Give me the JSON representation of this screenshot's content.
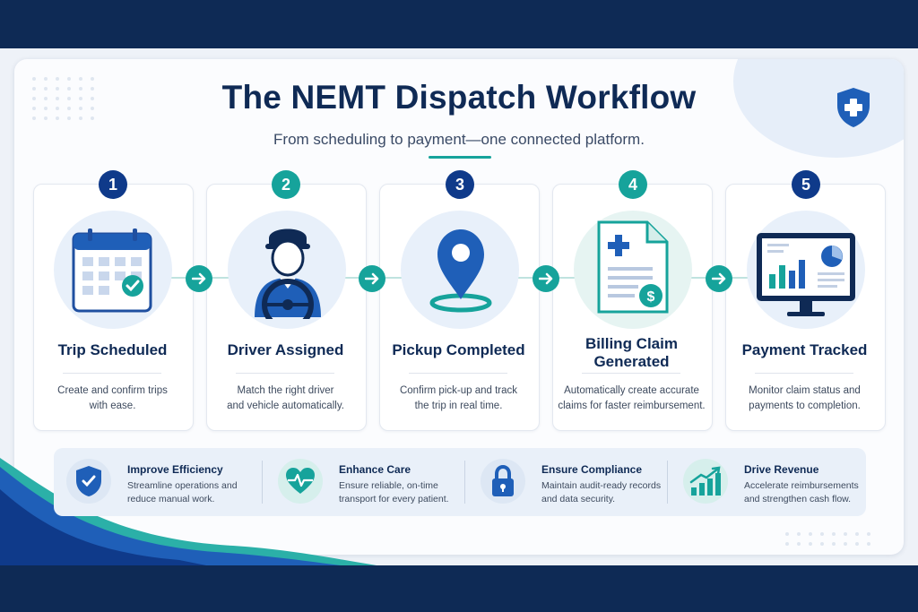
{
  "title": "The NEMT Dispatch Workflow",
  "subtitle": "From scheduling to payment—one connected platform.",
  "colors": {
    "navy": "#0f2a55",
    "blue": "#0f3a8a",
    "teal": "#16a39b",
    "band": "#0e2a55"
  },
  "steps": [
    {
      "number": "1",
      "icon": "calendar-icon",
      "title": "Trip Scheduled",
      "desc_line1": "Create and confirm trips",
      "desc_line2": "with ease."
    },
    {
      "number": "2",
      "icon": "driver-icon",
      "title": "Driver Assigned",
      "desc_line1": "Match the right driver",
      "desc_line2": "and vehicle automatically."
    },
    {
      "number": "3",
      "icon": "location-pin-icon",
      "title": "Pickup Completed",
      "desc_line1": "Confirm pick-up and track",
      "desc_line2": "the trip in real time."
    },
    {
      "number": "4",
      "icon": "medical-claim-icon",
      "title_line1": "Billing Claim",
      "title_line2": "Generated",
      "desc_line1": "Automatically create accurate",
      "desc_line2": "claims for faster reimbursement."
    },
    {
      "number": "5",
      "icon": "dashboard-monitor-icon",
      "title": "Payment Tracked",
      "desc_line1": "Monitor claim status and",
      "desc_line2": "payments to completion."
    }
  ],
  "benefits": [
    {
      "icon": "shield-check-icon",
      "title": "Improve Efficiency",
      "desc_line1": "Streamline operations and",
      "desc_line2": "reduce manual work."
    },
    {
      "icon": "heart-pulse-icon",
      "title": "Enhance Care",
      "desc_line1": "Ensure reliable, on-time",
      "desc_line2": "transport for every patient."
    },
    {
      "icon": "padlock-icon",
      "title": "Ensure Compliance",
      "desc_line1": "Maintain audit-ready records",
      "desc_line2": "and data security."
    },
    {
      "icon": "growth-chart-icon",
      "title": "Drive Revenue",
      "desc_line1": "Accelerate reimbursements",
      "desc_line2": "and strengthen cash flow."
    }
  ]
}
